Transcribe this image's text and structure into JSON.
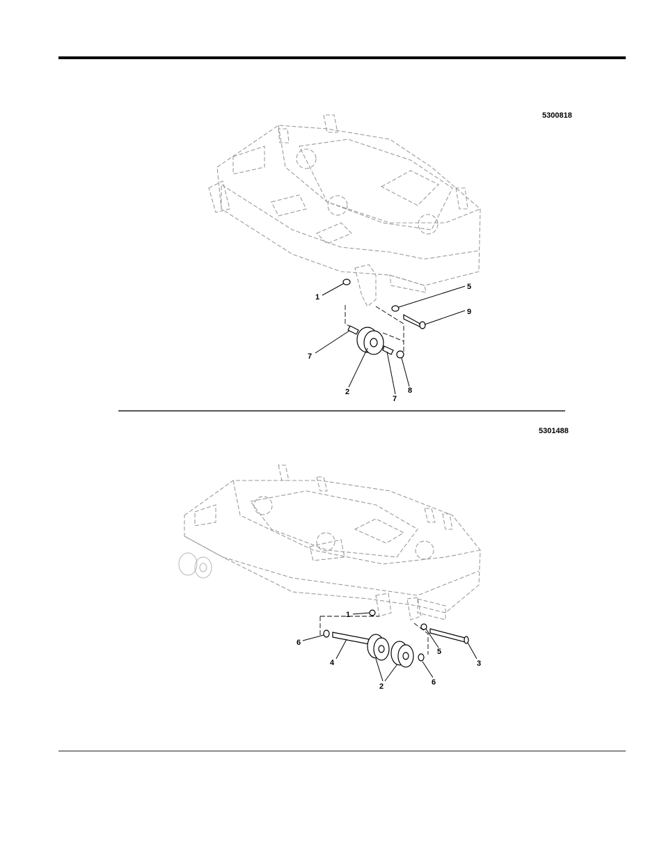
{
  "figures": [
    {
      "part_number": "5300818",
      "callouts": [
        "1",
        "5",
        "9",
        "7",
        "2",
        "7",
        "8"
      ]
    },
    {
      "part_number": "5301488",
      "callouts": [
        "1",
        "6",
        "5",
        "4",
        "3",
        "2",
        "6"
      ]
    }
  ]
}
